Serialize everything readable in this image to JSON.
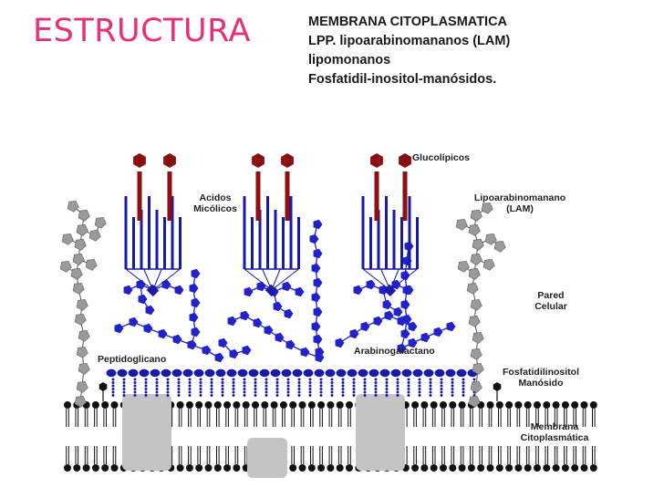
{
  "slide": {
    "title": "ESTRUCTURA",
    "bullets": [
      "MEMBRANA CITOPLASMATICA",
      "LPP. lipoarabinomananos (LAM)",
      "lipomonanos",
      "Fosfatidil-inositol-manósidos."
    ]
  },
  "diagram": {
    "labels": {
      "glucolipidos": "Glucolípicos",
      "acidos_micolicos_1": "Acidos",
      "acidos_micolicos_2": "Micólicos",
      "lam_1": "Lipoarabinomanano",
      "lam_2": "(LAM)",
      "pared_1": "Pared",
      "pared_2": "Celular",
      "peptidoglicano": "Peptidoglicano",
      "arabinogalactano": "Arabinogalactano",
      "fosfatidil_1": "Fosfatidilinositol",
      "fosfatidil_2": "Manósido",
      "membrana_1": "Membrana",
      "membrana_2": "Citoplasmática"
    }
  },
  "colors": {
    "title": "#e8307a",
    "mycolic_blue": "#1a1aaa",
    "sugar_blue": "#2222cc",
    "glycolipid_red": "#8b1010",
    "mannose_gray": "#9a9a9a",
    "protein_gray": "#c4c4c4",
    "membrane_black": "#111111"
  }
}
